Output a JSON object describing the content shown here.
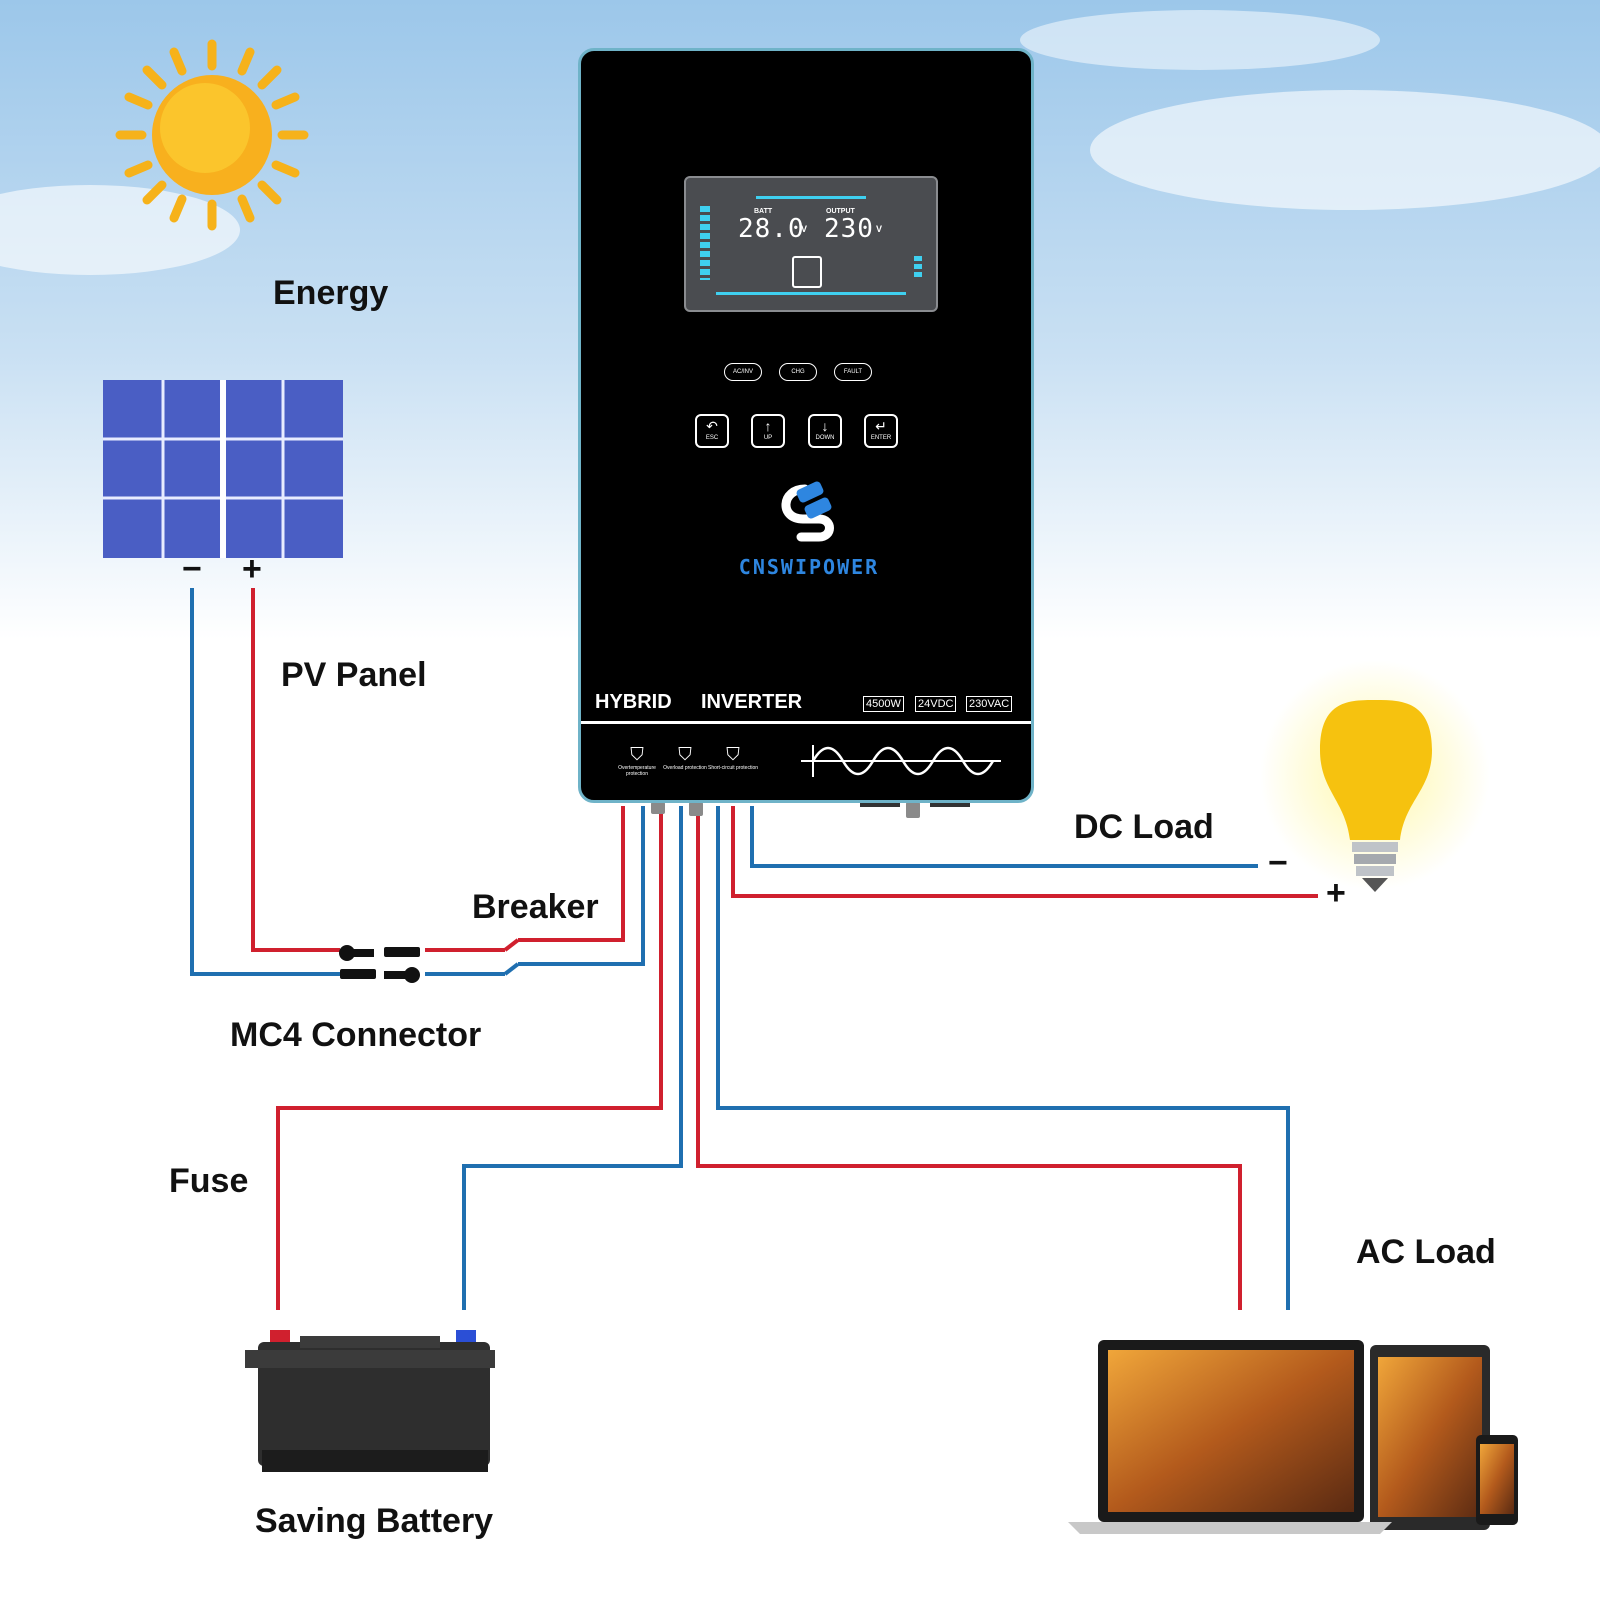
{
  "labels": {
    "energy": "Energy",
    "pv_panel": "PV Panel",
    "breaker": "Breaker",
    "mc4_connector": "MC4 Connector",
    "fuse": "Fuse",
    "saving_battery": "Saving Battery",
    "dc_load": "DC Load",
    "ac_load": "AC Load"
  },
  "signs": {
    "minus": "−",
    "plus": "+"
  },
  "inverter": {
    "lcd": {
      "batt_label": "BATT",
      "batt_value": "28.0",
      "batt_unit": "V",
      "output_label": "OUTPUT",
      "output_value": "230",
      "output_unit": "V"
    },
    "indicators": [
      "AC/INV",
      "CHG",
      "FAULT"
    ],
    "buttons": [
      {
        "label": "ESC",
        "glyph": "↶"
      },
      {
        "label": "UP",
        "glyph": "↑"
      },
      {
        "label": "DOWN",
        "glyph": "↓"
      },
      {
        "label": "ENTER",
        "glyph": "↵"
      }
    ],
    "brand": "CNSWIPOWER",
    "title_left": "HYBRID",
    "title_right": "INVERTER",
    "specs": [
      "4500W",
      "24VDC",
      "230VAC"
    ],
    "protections": [
      "Overtemperature protection",
      "Overload protection",
      "Short-circuit protection"
    ]
  },
  "colors": {
    "positive_wire": "#d0202e",
    "negative_wire": "#1f6fb0",
    "housing_border": "#6fb3c8"
  }
}
